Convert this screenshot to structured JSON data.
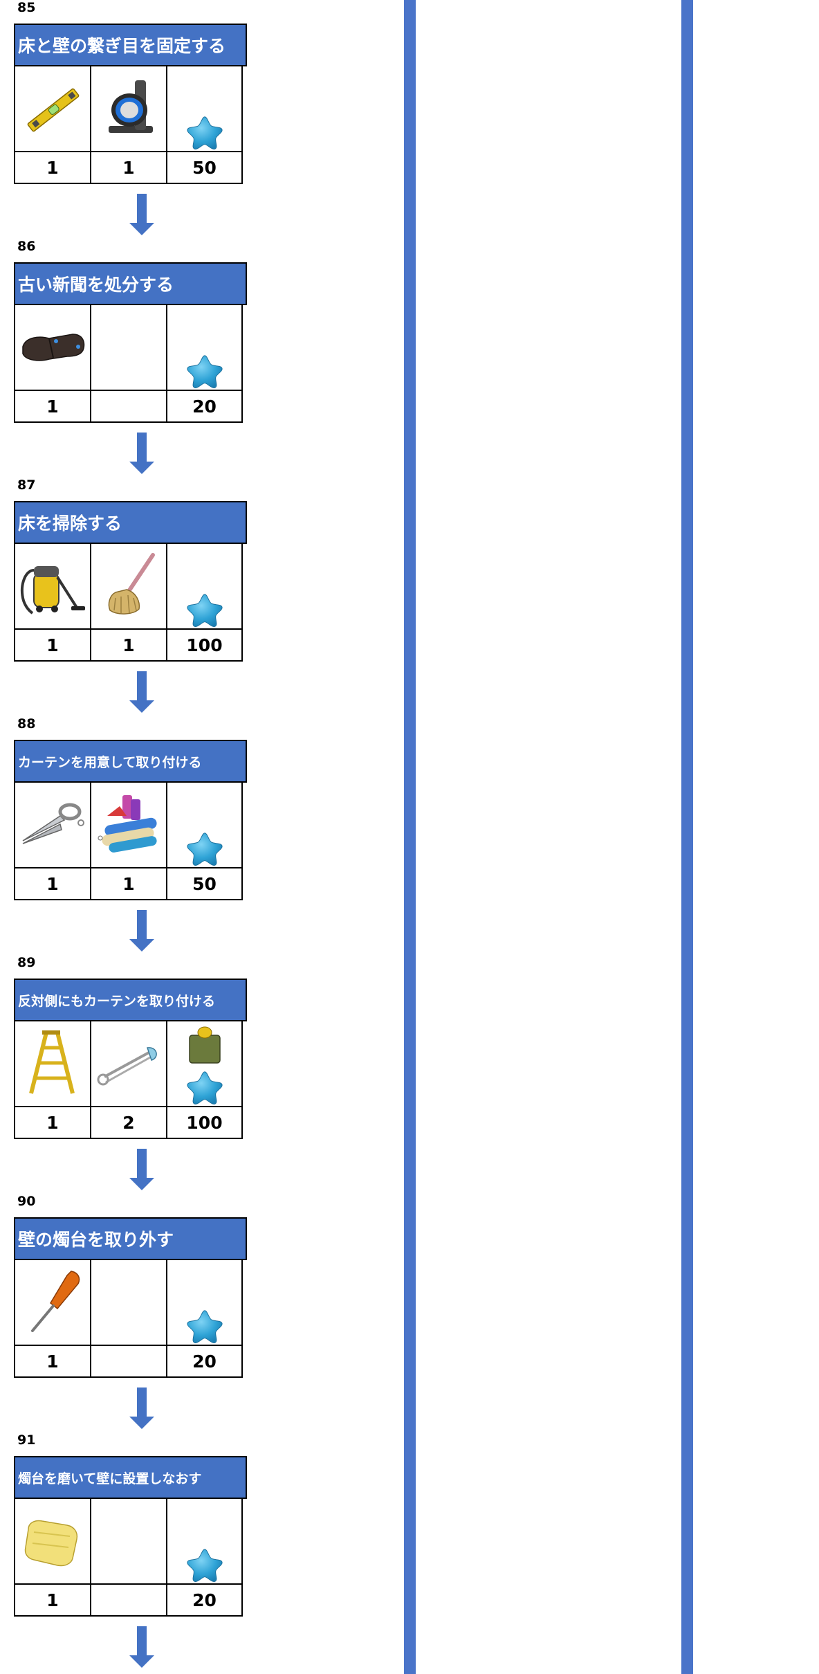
{
  "steps": [
    {
      "number": "85",
      "title": "床と壁の繋ぎ目を固定する",
      "items": [
        {
          "icon": "spirit-level-icon",
          "qty": "1"
        },
        {
          "icon": "tape-roll-icon",
          "qty": "1"
        }
      ],
      "reward": {
        "icon": "blue-star-icon",
        "qty": "50"
      }
    },
    {
      "number": "86",
      "title": "古い新聞を処分する",
      "items": [
        {
          "icon": "leather-pouch-icon",
          "qty": "1"
        },
        {
          "icon": "",
          "qty": ""
        }
      ],
      "reward": {
        "icon": "blue-star-icon",
        "qty": "20"
      }
    },
    {
      "number": "87",
      "title": "床を掃除する",
      "items": [
        {
          "icon": "vacuum-cleaner-icon",
          "qty": "1"
        },
        {
          "icon": "mop-icon",
          "qty": "1"
        }
      ],
      "reward": {
        "icon": "blue-star-icon",
        "qty": "100"
      }
    },
    {
      "number": "88",
      "title": "カーテンを用意して取り付ける",
      "items": [
        {
          "icon": "scissors-icon",
          "qty": "1"
        },
        {
          "icon": "fabric-rolls-icon",
          "qty": "1"
        }
      ],
      "reward": {
        "icon": "blue-star-icon",
        "qty": "50"
      }
    },
    {
      "number": "89",
      "title": "反対側にもカーテンを取り付ける",
      "items": [
        {
          "icon": "ladder-icon",
          "qty": "1"
        },
        {
          "icon": "safety-pin-icon",
          "qty": "2"
        }
      ],
      "reward": {
        "icon": "blue-star-icon",
        "extra_icon": "green-box-coin-icon",
        "qty": "100"
      }
    },
    {
      "number": "90",
      "title": "壁の燭台を取り外す",
      "items": [
        {
          "icon": "screwdriver-icon",
          "qty": "1"
        },
        {
          "icon": "",
          "qty": ""
        }
      ],
      "reward": {
        "icon": "blue-star-icon",
        "qty": "20"
      }
    },
    {
      "number": "91",
      "title": "燭台を磨いて壁に設置しなおす",
      "items": [
        {
          "icon": "yellow-cloth-icon",
          "qty": "1"
        },
        {
          "icon": "",
          "qty": ""
        }
      ],
      "reward": {
        "icon": "blue-star-icon",
        "qty": "20"
      }
    }
  ],
  "colors": {
    "title_bg": "#4472c4",
    "divider": "#4a74c9",
    "arrow": "#4472c4",
    "star": "#2fa3d6"
  }
}
